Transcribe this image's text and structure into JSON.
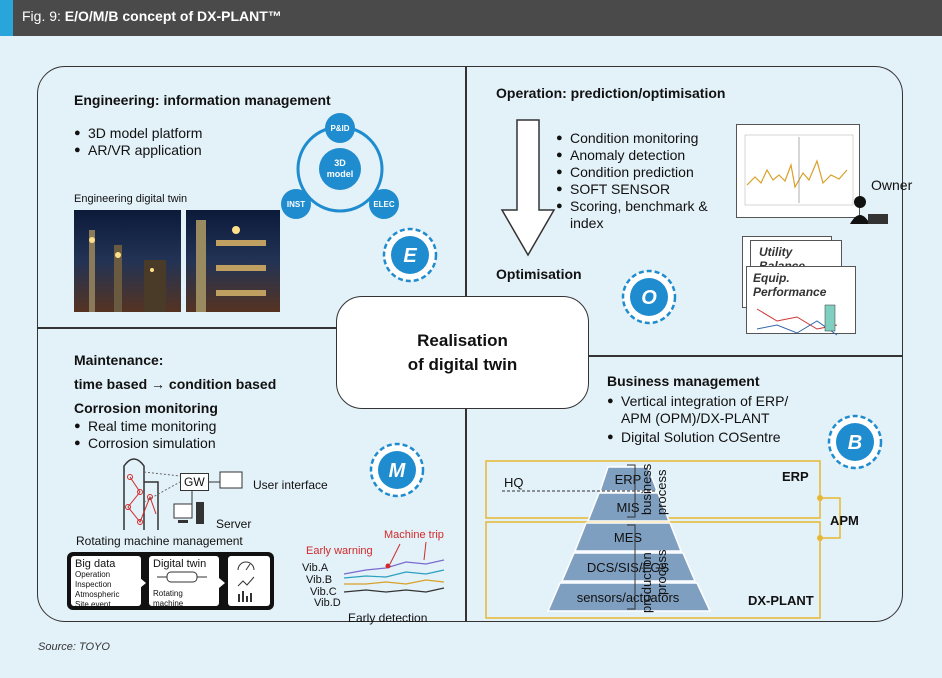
{
  "figure": {
    "label": "Fig. 9:",
    "title": "E/O/M/B concept of DX-PLANT™",
    "source": "Source: TOYO"
  },
  "center": {
    "line1": "Realisation",
    "line2": "of digital twin"
  },
  "engineering": {
    "title": "Engineering: information management",
    "bullets": [
      "3D model platform",
      "AR/VR application"
    ],
    "twin_label": "Engineering digital twin",
    "circle_center_line1": "3D",
    "circle_center_line2": "model",
    "circle_nodes": [
      "P&ID",
      "INST",
      "ELEC"
    ],
    "gear_letter": "E"
  },
  "operation": {
    "title": "Operation: prediction/optimisation",
    "bullets": [
      "Condition monitoring",
      "Anomaly detection",
      "Condition prediction",
      "SOFT SENSOR",
      "Scoring, benchmark &"
    ],
    "bullet_continuation": "index",
    "optimisation_label": "Optimisation",
    "owner_label": "Owner",
    "doc_labels": [
      "Utility Balance",
      "Equip. Performance"
    ],
    "gear_letter": "O"
  },
  "maintenance": {
    "title_line1": "Maintenance:",
    "title_line2": "time based → condition based",
    "corrosion_title": "Corrosion monitoring",
    "bullets": [
      "Real time monitoring",
      "Corrosion simulation"
    ],
    "gw_label": "GW",
    "ui_label": "User interface",
    "server_label": "Server",
    "rotating_label": "Rotating machine management",
    "big_data_title": "Big data",
    "big_data_items": [
      "Operation",
      "Inspection",
      "Atmospheric",
      "Site event"
    ],
    "digital_twin_title": "Digital twin",
    "digital_twin_sub": "Rotating machine",
    "early_warning": "Early warning",
    "machine_trip": "Machine trip",
    "vib_labels": [
      "Vib.A",
      "Vib.B",
      "Vib.C",
      "Vib.D"
    ],
    "early_detection": "Early detection",
    "gear_letter": "M"
  },
  "business": {
    "title": "Business management",
    "bullets": [
      "Vertical integration of ERP/",
      "Digital Solution COSentre"
    ],
    "bullet_continuation": "APM (OPM)/DX-PLANT",
    "gear_letter": "B",
    "pyramid_levels": [
      "ERP",
      "MIS",
      "MES",
      "DCS/SIS/FGS",
      "sensors/actuators"
    ],
    "hq_label": "HQ",
    "business_process": [
      "business",
      "process"
    ],
    "production_process": [
      "production",
      "process"
    ],
    "erp_label": "ERP",
    "apm_label": "APM",
    "dxplant_label": "DX-PLANT"
  },
  "colors": {
    "header_bg": "#4a4a4a",
    "accent": "#29a5dc",
    "gear_blue": "#1f8ccf",
    "pyramid_blue": "#7f9fc0",
    "frame_yellow": "#e8b830",
    "warning_red": "#d12a2a"
  }
}
